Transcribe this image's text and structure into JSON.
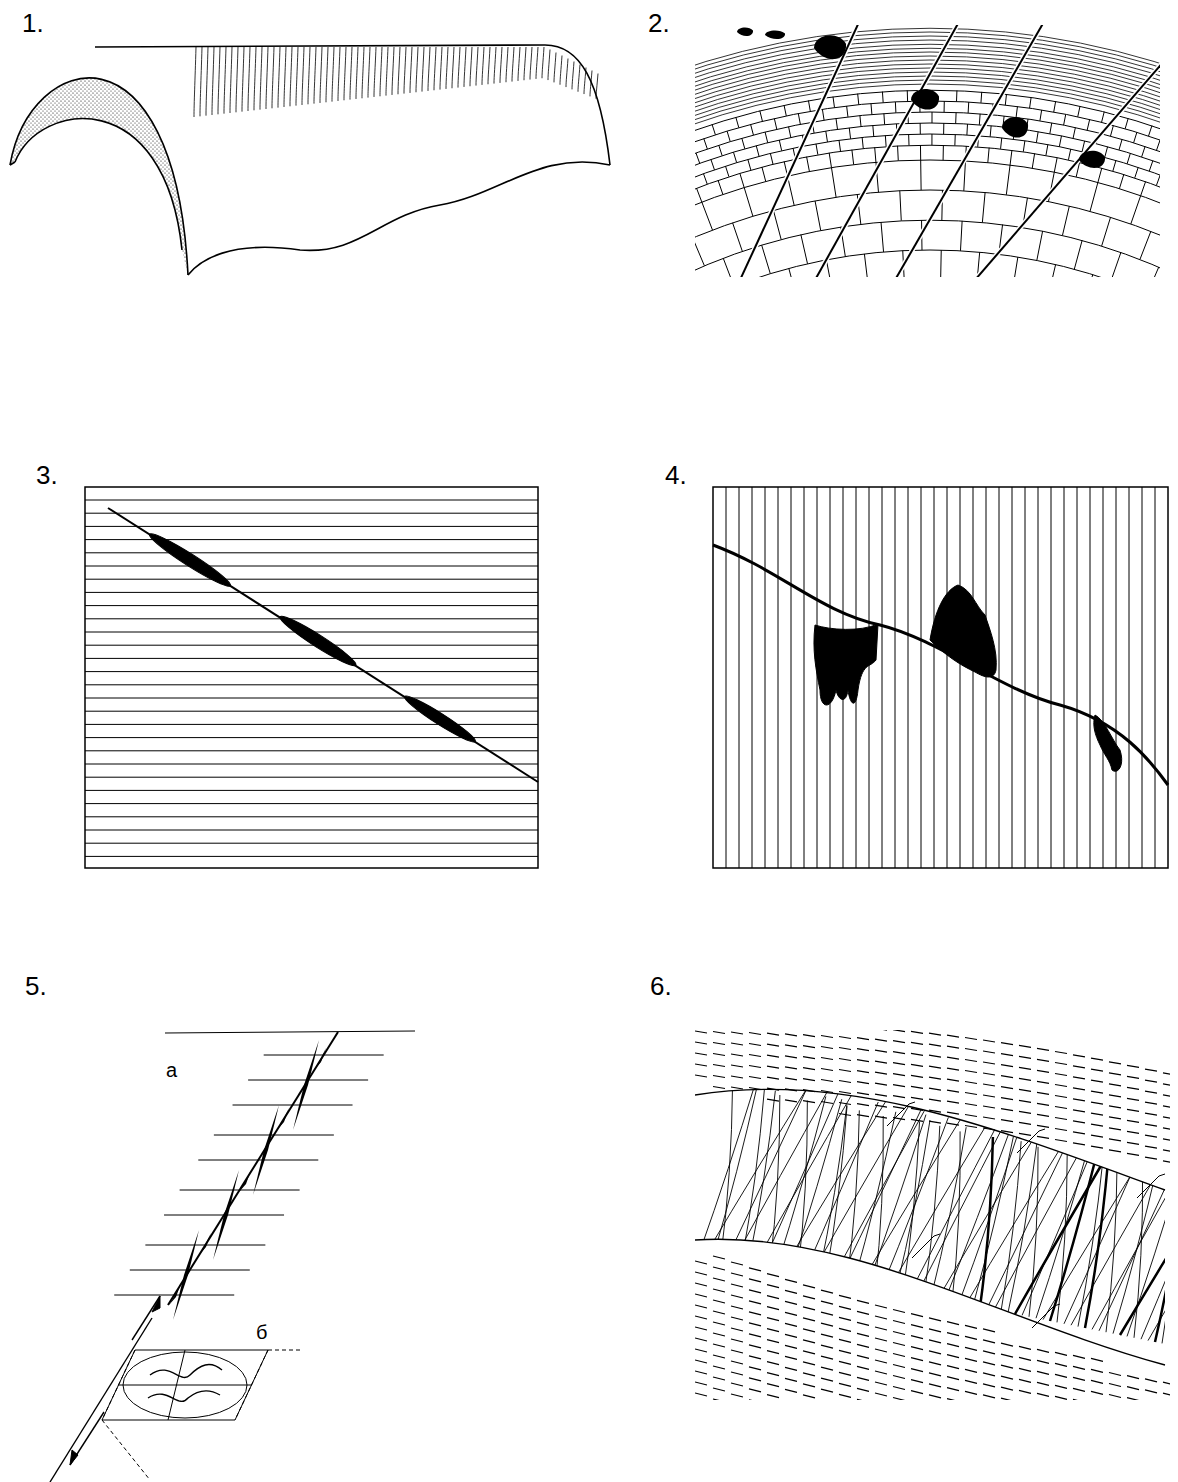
{
  "diagram": {
    "labels": [
      "1.",
      "2.",
      "3.",
      "4.",
      "5.",
      "6.",
      "а",
      "б"
    ]
  }
}
